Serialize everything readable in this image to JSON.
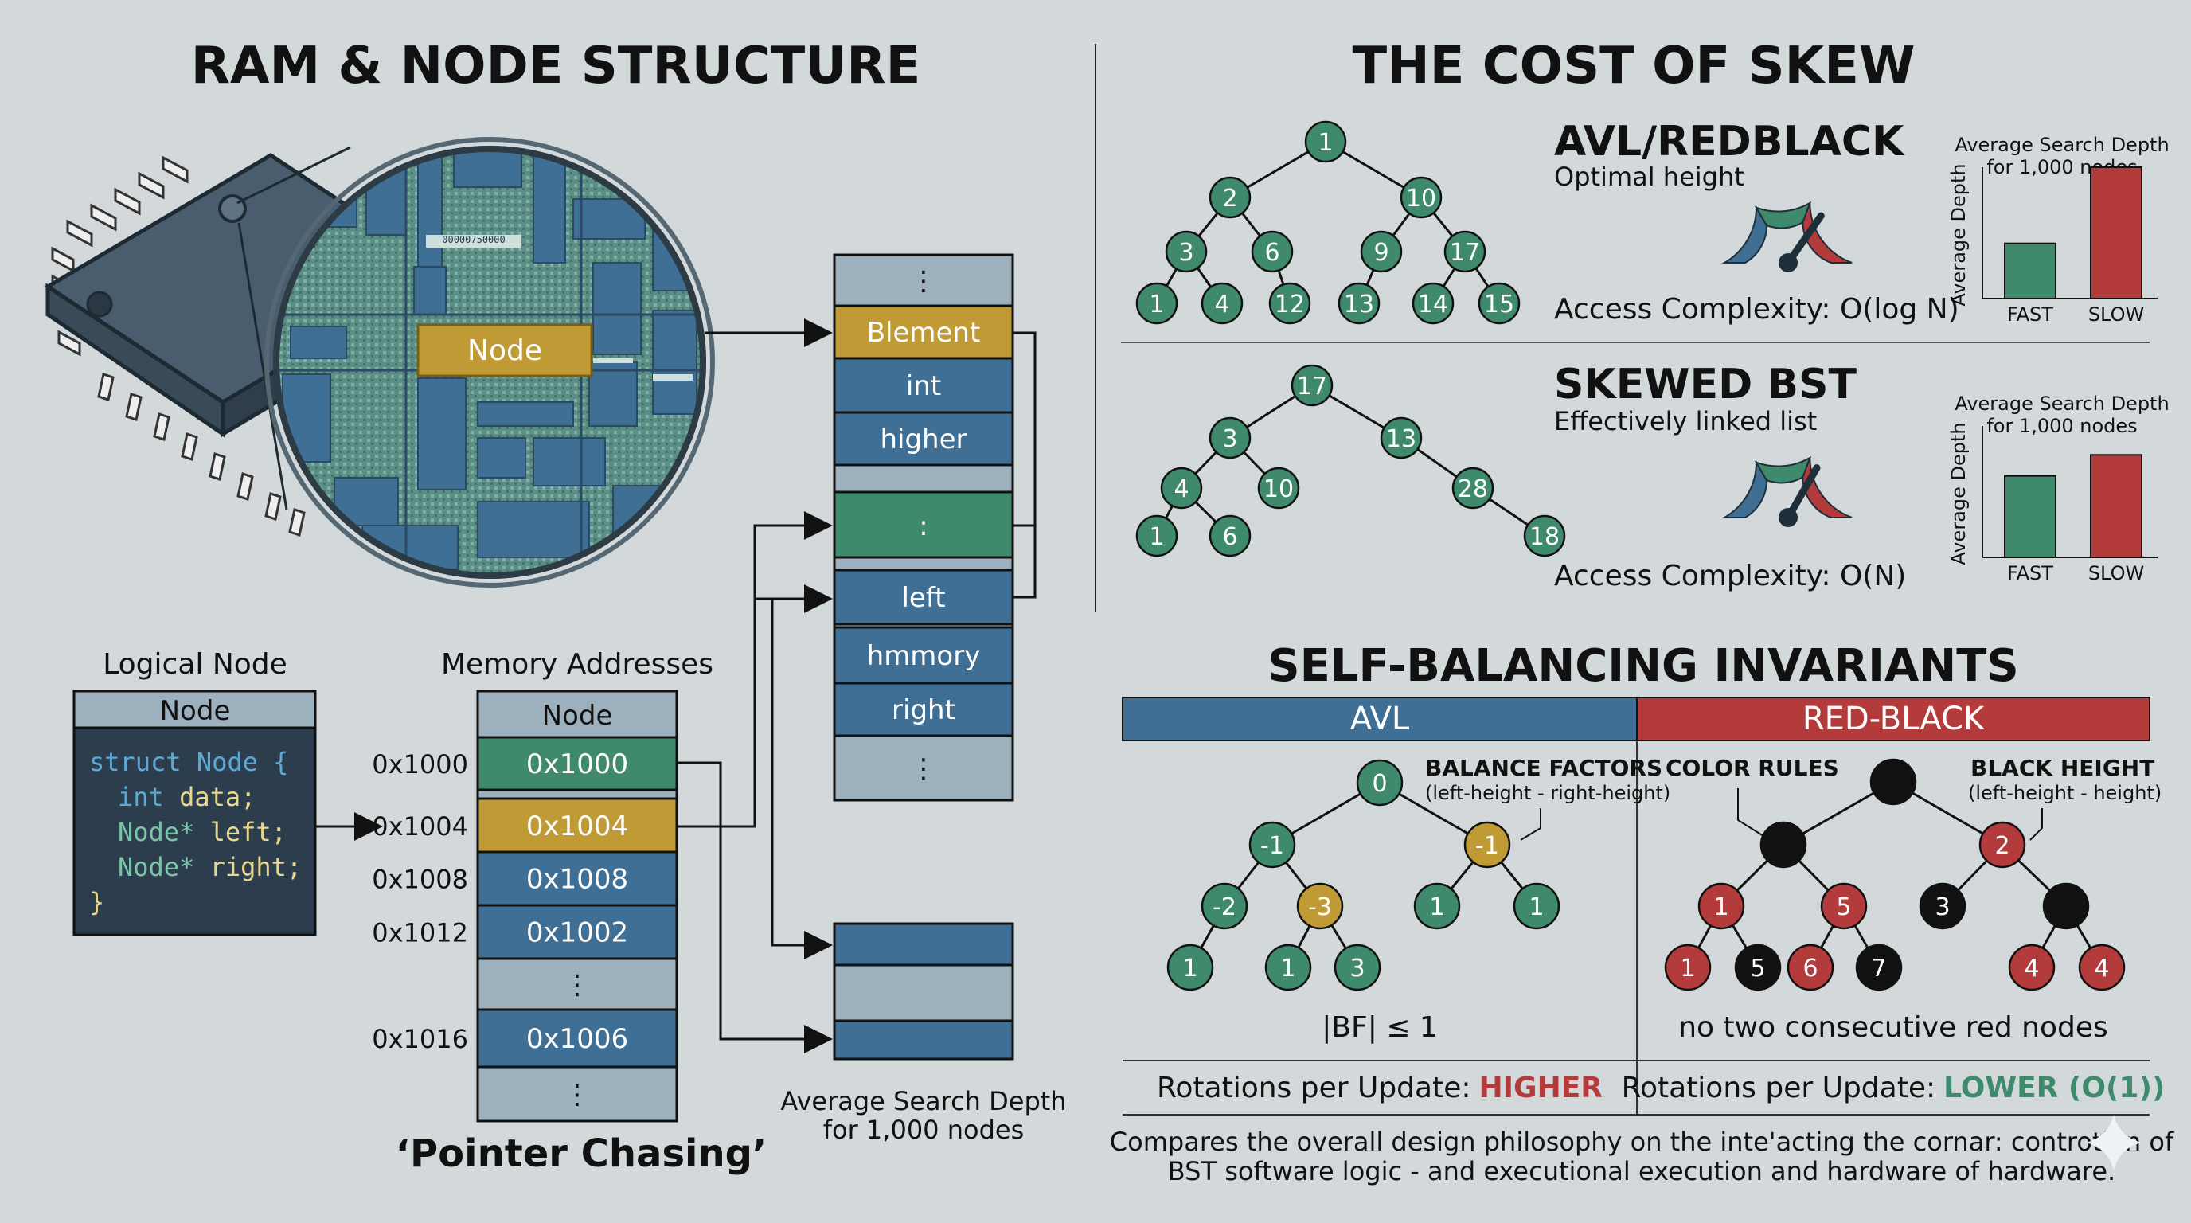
{
  "left_title": "RAM & NODE STRUCTURE",
  "right_title": "THE COST OF SKEW",
  "invariants_title": "SELF-BALANCING INVARIANTS",
  "chip_node_label": "Node",
  "chip_micro_text": "00000750000",
  "logical_node": {
    "title": "Logical Node",
    "header": "Node",
    "code": [
      {
        "kw": "struct",
        "rest": " Node {"
      },
      {
        "kw": "int",
        "rest": " data;"
      },
      {
        "kw": "Node*",
        "rest": " left;"
      },
      {
        "kw": "Node*",
        "rest": " right;"
      },
      {
        "kw": "",
        "rest": "}"
      }
    ]
  },
  "memory": {
    "title": "Memory Addresses",
    "header": "Node",
    "rows": [
      {
        "addr": "0x1000",
        "value": "0x1000",
        "color": "#3f8a6c"
      },
      {
        "addr": "0x1004",
        "value": "0x1004",
        "color": "#c09a35"
      },
      {
        "addr": "0x1008",
        "value": "0x1008",
        "color": "#3f6f95"
      },
      {
        "addr": "0x1012",
        "value": "0x1002",
        "color": "#3f6f95"
      },
      {
        "addr": "",
        "value": "⋮",
        "color": "#9db0bd"
      },
      {
        "addr": "0x1016",
        "value": "0x1006",
        "color": "#3f6f95"
      },
      {
        "addr": "",
        "value": "⋮",
        "color": "#9db0bd"
      }
    ],
    "caption": "‘Pointer Chasing’"
  },
  "stack_column": {
    "cells": [
      "⋮",
      "Blement",
      "int",
      "higher",
      "",
      ":",
      "left",
      "hmmory",
      "right",
      "⋮"
    ],
    "caption_line1": "Average Search Depth",
    "caption_line2": "for 1,000 nodes"
  },
  "balanced": {
    "title": "AVL/REDBLACK",
    "subtitle": "Optimal height",
    "complexity": "Access Complexity: O(log N)",
    "nodes": [
      "1",
      "2",
      "10",
      "3",
      "6",
      "9",
      "17",
      "1",
      "4",
      "12",
      "13",
      "14",
      "15"
    ]
  },
  "skewed": {
    "title": "SKEWED BST",
    "subtitle": "Effectively linked list",
    "complexity": "Access Complexity: O(N)",
    "nodes": [
      "17",
      "3",
      "13",
      "4",
      "10",
      "28",
      "1",
      "6",
      "18"
    ]
  },
  "chart_data": [
    {
      "type": "bar",
      "title": "Average Search Depth for 1,000 nodes",
      "ylabel": "Average Depth",
      "categories": [
        "FAST",
        "SLOW"
      ],
      "values": [
        0.42,
        1.0
      ],
      "colors": [
        "#3f8a6c",
        "#b33b3b"
      ]
    },
    {
      "type": "bar",
      "title": "Average Search Depth for 1,000 nodes",
      "ylabel": "Average Depth",
      "categories": [
        "FAST",
        "SLOW"
      ],
      "values": [
        0.62,
        0.78
      ],
      "colors": [
        "#3f8a6c",
        "#b33b3b"
      ]
    }
  ],
  "avl": {
    "header": "AVL",
    "note_title": "BALANCE FACTORS",
    "note_sub": "(left-height - right-height)",
    "nodes": [
      "0",
      "-1",
      "-1",
      "-2",
      "-3",
      "1",
      "1",
      "1",
      "1",
      "3"
    ],
    "rule": "|BF| ≤ 1",
    "rotations_label": "Rotations per Update:",
    "rotations_value": "HIGHER"
  },
  "redblack": {
    "header": "RED-BLACK",
    "note_left": "COLOR RULES",
    "note_right_title": "BLACK HEIGHT",
    "note_right_sub": "(left-height - height)",
    "nodes": [
      "",
      "",
      "2",
      "1",
      "5",
      "3",
      "",
      "1",
      "5",
      "6",
      "7",
      "4",
      "4"
    ],
    "rule": "no two consecutive red nodes",
    "rotations_label": "Rotations per Update:",
    "rotations_value": "LOWER (O(1))"
  },
  "footer_line1": "Compares the overall design philosophy on the inte'acting the cornar: controtion of",
  "footer_line2": "BST software logic - and executional execution and hardware of hardware.",
  "colors": {
    "green": "#3f8a6c",
    "blue": "#3f6f95",
    "gold": "#c09a35",
    "red": "#b33b3b",
    "black": "#111111",
    "dark_panel": "#2c3e4e"
  }
}
